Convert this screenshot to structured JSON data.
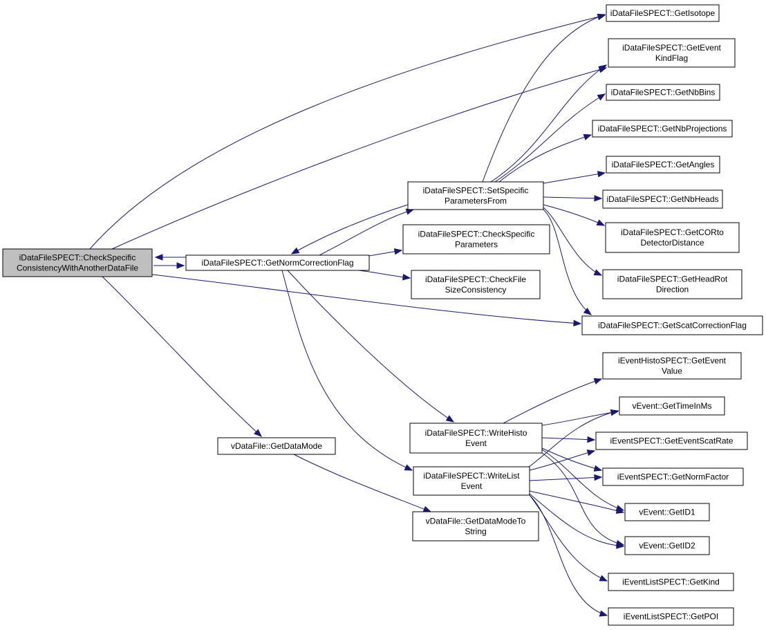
{
  "diagram": {
    "type": "call-graph",
    "colors": {
      "edge": "#191970",
      "node_border": "#000000",
      "current_node_fill": "#bfbfbf",
      "node_fill": "#ffffff"
    },
    "nodes": [
      {
        "id": "check_consistency",
        "lines": [
          "iDataFileSPECT::CheckSpecific",
          "ConsistencyWithAnotherDataFile"
        ],
        "current": true
      },
      {
        "id": "get_norm_correction_flag",
        "lines": [
          "iDataFileSPECT::GetNormCorrectionFlag"
        ]
      },
      {
        "id": "get_data_mode",
        "lines": [
          "vDataFile::GetDataMode"
        ]
      },
      {
        "id": "get_data_mode_to_string",
        "lines": [
          "vDataFile::GetDataModeTo",
          "String"
        ]
      },
      {
        "id": "set_specific_parameters_from",
        "lines": [
          "iDataFileSPECT::SetSpecific",
          "ParametersFrom"
        ]
      },
      {
        "id": "check_specific_parameters",
        "lines": [
          "iDataFileSPECT::CheckSpecific",
          "Parameters"
        ]
      },
      {
        "id": "check_file_size_consistency",
        "lines": [
          "iDataFileSPECT::CheckFile",
          "SizeConsistency"
        ]
      },
      {
        "id": "write_histo_event",
        "lines": [
          "iDataFileSPECT::WriteHisto",
          "Event"
        ]
      },
      {
        "id": "write_list_event",
        "lines": [
          "iDataFileSPECT::WriteList",
          "Event"
        ]
      },
      {
        "id": "get_isotope",
        "lines": [
          "iDataFileSPECT::GetIsotope"
        ]
      },
      {
        "id": "get_event_kind_flag",
        "lines": [
          "iDataFileSPECT::GetEvent",
          "KindFlag"
        ]
      },
      {
        "id": "get_nb_bins",
        "lines": [
          "iDataFileSPECT::GetNbBins"
        ]
      },
      {
        "id": "get_nb_projections",
        "lines": [
          "iDataFileSPECT::GetNbProjections"
        ]
      },
      {
        "id": "get_angles",
        "lines": [
          "iDataFileSPECT::GetAngles"
        ]
      },
      {
        "id": "get_nb_heads",
        "lines": [
          "iDataFileSPECT::GetNbHeads"
        ]
      },
      {
        "id": "get_cor_to_detector_distance",
        "lines": [
          "iDataFileSPECT::GetCORto",
          "DetectorDistance"
        ]
      },
      {
        "id": "get_head_rot_direction",
        "lines": [
          "iDataFileSPECT::GetHeadRot",
          "Direction"
        ]
      },
      {
        "id": "get_scat_correction_flag",
        "lines": [
          "iDataFileSPECT::GetScatCorrectionFlag"
        ]
      },
      {
        "id": "get_event_value",
        "lines": [
          "iEventHistoSPECT::GetEvent",
          "Value"
        ]
      },
      {
        "id": "get_time_in_ms",
        "lines": [
          "vEvent::GetTimeInMs"
        ]
      },
      {
        "id": "get_event_scat_rate",
        "lines": [
          "iEventSPECT::GetEventScatRate"
        ]
      },
      {
        "id": "get_norm_factor",
        "lines": [
          "iEventSPECT::GetNormFactor"
        ]
      },
      {
        "id": "get_id1",
        "lines": [
          "vEvent::GetID1"
        ]
      },
      {
        "id": "get_id2",
        "lines": [
          "vEvent::GetID2"
        ]
      },
      {
        "id": "get_kind",
        "lines": [
          "iEventListSPECT::GetKind"
        ]
      },
      {
        "id": "get_poi",
        "lines": [
          "iEventListSPECT::GetPOI"
        ]
      }
    ],
    "edges": [
      {
        "from": "check_consistency",
        "to": "get_norm_correction_flag"
      },
      {
        "from": "get_norm_correction_flag",
        "to": "check_consistency"
      },
      {
        "from": "check_consistency",
        "to": "get_isotope"
      },
      {
        "from": "check_consistency",
        "to": "get_event_kind_flag"
      },
      {
        "from": "check_consistency",
        "to": "get_scat_correction_flag"
      },
      {
        "from": "check_consistency",
        "to": "get_data_mode"
      },
      {
        "from": "get_norm_correction_flag",
        "to": "set_specific_parameters_from"
      },
      {
        "from": "set_specific_parameters_from",
        "to": "get_norm_correction_flag"
      },
      {
        "from": "get_norm_correction_flag",
        "to": "check_specific_parameters"
      },
      {
        "from": "get_norm_correction_flag",
        "to": "check_file_size_consistency"
      },
      {
        "from": "get_norm_correction_flag",
        "to": "write_histo_event"
      },
      {
        "from": "get_norm_correction_flag",
        "to": "write_list_event"
      },
      {
        "from": "get_data_mode",
        "to": "get_data_mode_to_string"
      },
      {
        "from": "set_specific_parameters_from",
        "to": "get_isotope"
      },
      {
        "from": "set_specific_parameters_from",
        "to": "get_event_kind_flag"
      },
      {
        "from": "set_specific_parameters_from",
        "to": "get_nb_bins"
      },
      {
        "from": "set_specific_parameters_from",
        "to": "get_nb_projections"
      },
      {
        "from": "set_specific_parameters_from",
        "to": "get_angles"
      },
      {
        "from": "set_specific_parameters_from",
        "to": "get_nb_heads"
      },
      {
        "from": "set_specific_parameters_from",
        "to": "get_cor_to_detector_distance"
      },
      {
        "from": "set_specific_parameters_from",
        "to": "get_head_rot_direction"
      },
      {
        "from": "set_specific_parameters_from",
        "to": "get_scat_correction_flag"
      },
      {
        "from": "write_histo_event",
        "to": "get_event_value"
      },
      {
        "from": "write_histo_event",
        "to": "get_time_in_ms"
      },
      {
        "from": "write_histo_event",
        "to": "get_event_scat_rate"
      },
      {
        "from": "write_histo_event",
        "to": "get_norm_factor"
      },
      {
        "from": "write_histo_event",
        "to": "get_id1"
      },
      {
        "from": "write_histo_event",
        "to": "get_id2"
      },
      {
        "from": "write_list_event",
        "to": "get_time_in_ms"
      },
      {
        "from": "write_list_event",
        "to": "get_event_scat_rate"
      },
      {
        "from": "write_list_event",
        "to": "get_norm_factor"
      },
      {
        "from": "write_list_event",
        "to": "get_id1"
      },
      {
        "from": "write_list_event",
        "to": "get_id2"
      },
      {
        "from": "write_list_event",
        "to": "get_kind"
      },
      {
        "from": "write_list_event",
        "to": "get_poi"
      }
    ]
  }
}
